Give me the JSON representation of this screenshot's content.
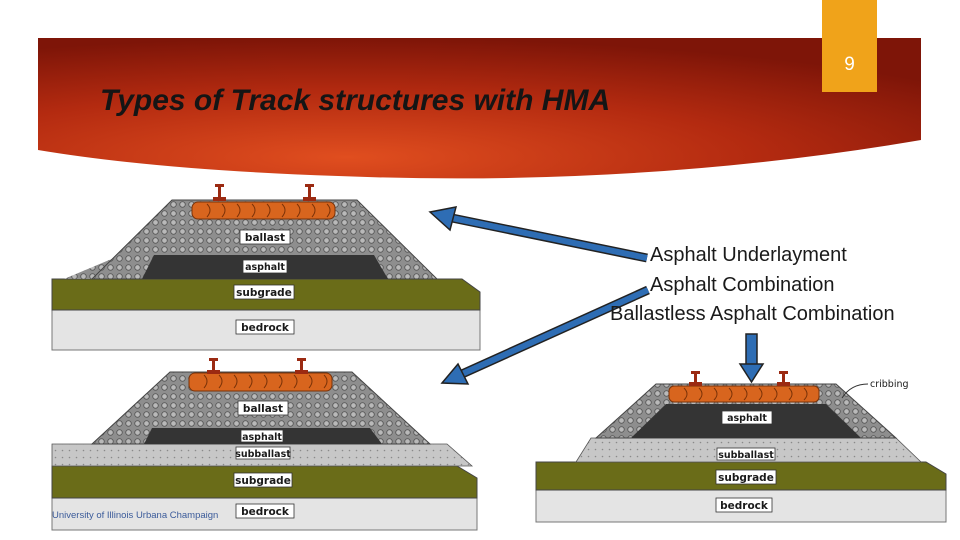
{
  "slide": {
    "number": "9",
    "title": "Types of Track structures with HMA",
    "footer": "University of Illinois Urbana Champaign"
  },
  "labels": {
    "underlayment": "Asphalt Underlayment",
    "combination": "Asphalt Combination",
    "ballastless": "Ballastless Asphalt Combination"
  },
  "diagram1": {
    "ballast": "ballast",
    "asphalt": "asphalt",
    "subgrade": "subgrade",
    "bedrock": "bedrock"
  },
  "diagram2": {
    "ballast": "ballast",
    "asphalt": "asphalt",
    "subballast": "subballast",
    "subgrade": "subgrade",
    "bedrock": "bedrock"
  },
  "diagram3": {
    "cribbing": "cribbing",
    "asphalt": "asphalt",
    "subballast": "subballast",
    "subgrade": "subgrade",
    "bedrock": "bedrock"
  },
  "colors": {
    "banner_dark": "#8e1a0a",
    "banner_light": "#d4441c",
    "accent": "#f0a31a",
    "arrow": "#2e6db4",
    "tie": "#d8651e",
    "subgrade": "#6a6c18",
    "asphalt": "#343434"
  }
}
